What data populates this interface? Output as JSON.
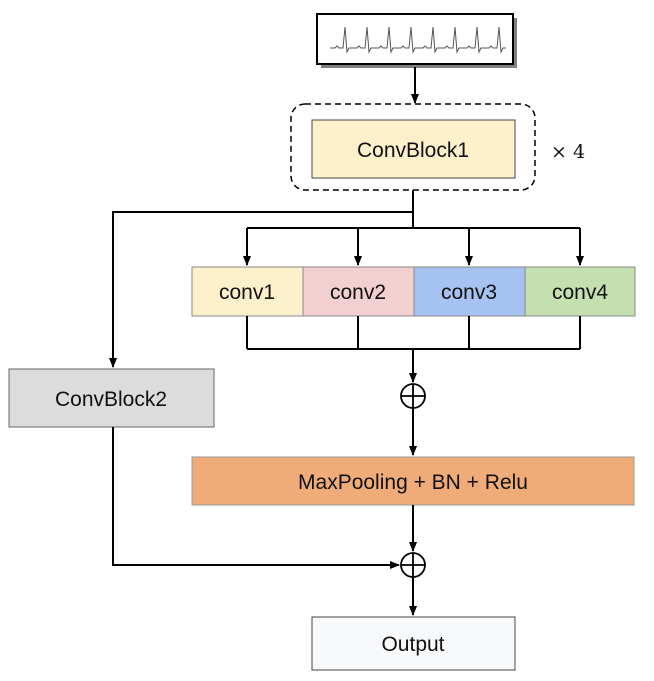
{
  "blocks": {
    "convblock1": "ConvBlock1",
    "repeat": "× 4",
    "conv1": "conv1",
    "conv2": "conv2",
    "conv3": "conv3",
    "conv4": "conv4",
    "convblock2": "ConvBlock2",
    "pool": "MaxPooling + BN + Relu",
    "output": "Output"
  },
  "colors": {
    "convblock1": "#fdf0cb",
    "conv1": "#fdf0cb",
    "conv2": "#f2cfd0",
    "conv3": "#a6c2f0",
    "conv4": "#c4e0b0",
    "convblock2": "#dcdcdc",
    "pool": "#f0ac78",
    "output": "#f7f9fb"
  },
  "icons": {
    "input": "ecg-signal-icon",
    "sum": "circled-plus-icon"
  }
}
